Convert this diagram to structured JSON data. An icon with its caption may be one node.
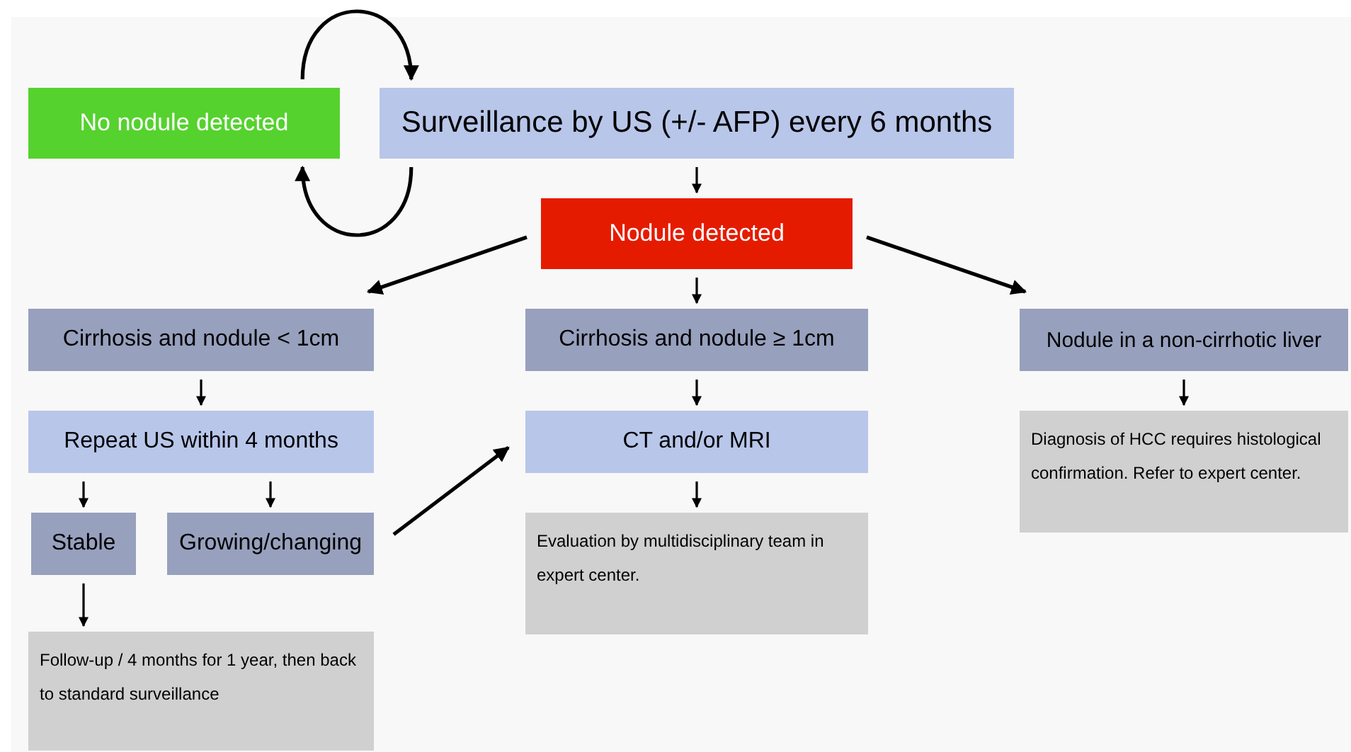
{
  "diagram": {
    "nodes": [
      {
        "text": [
          "No nodule detected"
        ]
      },
      {
        "text": [
          "Surveillance by US (+/- AFP) every 6 months"
        ]
      },
      {
        "text": [
          "Nodule detected"
        ]
      },
      {
        "text": [
          "Cirrhosis and nodule < 1cm"
        ]
      },
      {
        "text": [
          "Cirrhosis and nodule ≥ 1cm"
        ]
      },
      {
        "text": [
          "Nodule in a non-cirrhotic liver"
        ]
      },
      {
        "text": [
          "Repeat US within 4 months"
        ]
      },
      {
        "text": [
          "CT and/or MRI"
        ]
      },
      {
        "text": [
          "Diagnosis of HCC requires histological confirmation. Refer to expert center."
        ]
      },
      {
        "text": [
          "Stable"
        ]
      },
      {
        "text": [
          "Growing/changing"
        ]
      },
      {
        "text": [
          "Evaluation by multidisciplinary team in expert center."
        ]
      },
      {
        "text": [
          "Follow-up / 4 months for 1 year, then back to standard surveillance"
        ]
      }
    ],
    "edges": [
      {
        "from": 0,
        "to": 1,
        "arrow": "to"
      },
      {
        "from": 1,
        "to": 0,
        "arrow": "to"
      },
      {
        "from": 1,
        "to": 2,
        "arrow": "to"
      },
      {
        "from": 2,
        "to": 3,
        "arrow": "to"
      },
      {
        "from": 2,
        "to": 4,
        "arrow": "to"
      },
      {
        "from": 2,
        "to": 5,
        "arrow": "to"
      },
      {
        "from": 3,
        "to": 6,
        "arrow": "to"
      },
      {
        "from": 4,
        "to": 7,
        "arrow": "to"
      },
      {
        "from": 5,
        "to": 8,
        "arrow": "to"
      },
      {
        "from": 6,
        "to": 9,
        "arrow": "to"
      },
      {
        "from": 6,
        "to": 10,
        "arrow": "to"
      },
      {
        "from": 10,
        "to": 7,
        "arrow": "to"
      },
      {
        "from": 7,
        "to": 11,
        "arrow": "to"
      },
      {
        "from": 9,
        "to": 12,
        "arrow": "to"
      }
    ]
  }
}
